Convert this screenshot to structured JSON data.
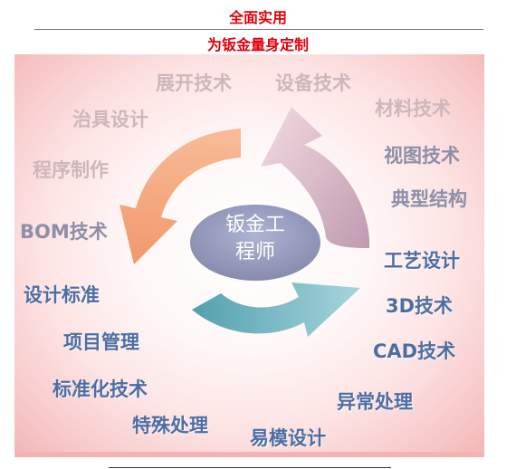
{
  "header": {
    "title": "全面实用",
    "subtitle": "为钣金量身定制"
  },
  "center": {
    "line1": "钣金工",
    "line2": "程师"
  },
  "labels": {
    "zhankai": "展开技术",
    "shebei": "设备技术",
    "zhiju": "治具设计",
    "cailiao": "材料技术",
    "chengxu": "程序制作",
    "shitu": "视图技术",
    "dianxing": "典型结构",
    "bom": "BOM技术",
    "gongyi": "工艺设计",
    "sheji": "设计标准",
    "tech3d": "3D技术",
    "xiangmu": "项目管理",
    "cad": "CAD技术",
    "biaozhun": "标准化技术",
    "yichang": "异常处理",
    "teshu": "特殊处理",
    "yimo": "易模设计"
  },
  "colors": {
    "title": "#e0000b",
    "arrow_orange": "#f4a076",
    "arrow_pink": "#c49bb0",
    "arrow_teal": "#5fa8b5",
    "center_ellipse": "#8a8fb4",
    "label_blue": "#4d6ea3"
  }
}
